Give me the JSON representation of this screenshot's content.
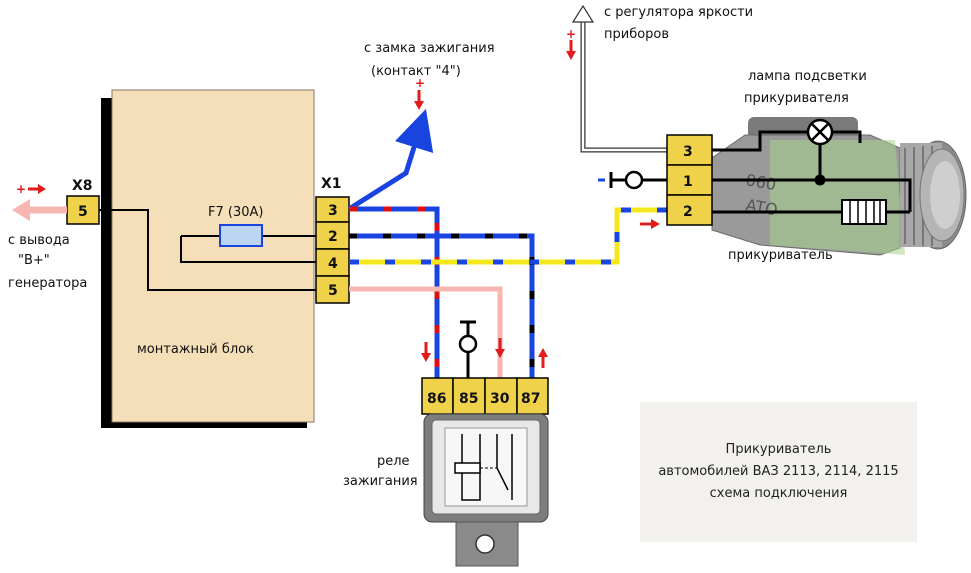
{
  "labels": {
    "x8": "X8",
    "x8_pin": "5",
    "from_generator": [
      "с вывода",
      "\"B+\"",
      "генератора"
    ],
    "x1": "X1",
    "mounting_block": "монтажный блок",
    "fuse": "F7 (30A)",
    "x1_pins": [
      "3",
      "2",
      "4",
      "5"
    ],
    "from_ignition_switch": [
      "с замка зажигания",
      "(контакт \"4\")"
    ],
    "relay_pins": [
      "86",
      "85",
      "30",
      "87"
    ],
    "relay_name": [
      "реле",
      "зажигания"
    ],
    "from_brightness": [
      "с регулятора яркости",
      "приборов"
    ],
    "lamp": [
      "лампа подсветки",
      "прикуривателя"
    ],
    "lighter_pins": [
      "3",
      "1",
      "2"
    ],
    "lighter": "прикуриватель"
  },
  "caption": {
    "line1": "Прикуриватель",
    "line2": "автомобилей ВАЗ 2113, 2114, 2115",
    "line3": "схема подключения"
  },
  "colors": {
    "block": "#f5dfb8",
    "terminal": "#f0d24a",
    "wire_blue": "#1a44e0",
    "wire_red": "#e01010",
    "wire_yellow": "#f4e81c",
    "wire_pink": "#f7b6b0",
    "arrow_red": "#e21b1b"
  }
}
